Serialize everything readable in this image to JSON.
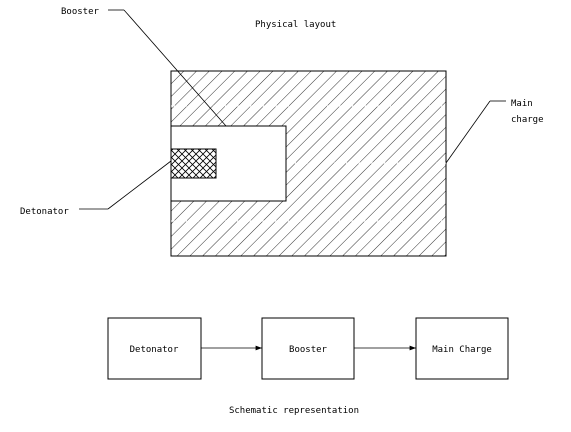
{
  "physical": {
    "title": "Physical layout",
    "booster_label": "Booster",
    "detonator_label": "Detonator",
    "main_charge_label_line1": "Main",
    "main_charge_label_line2": "charge"
  },
  "schematic": {
    "title": "Schematic representation",
    "boxes": [
      "Detonator",
      "Booster",
      "Main Charge"
    ]
  }
}
